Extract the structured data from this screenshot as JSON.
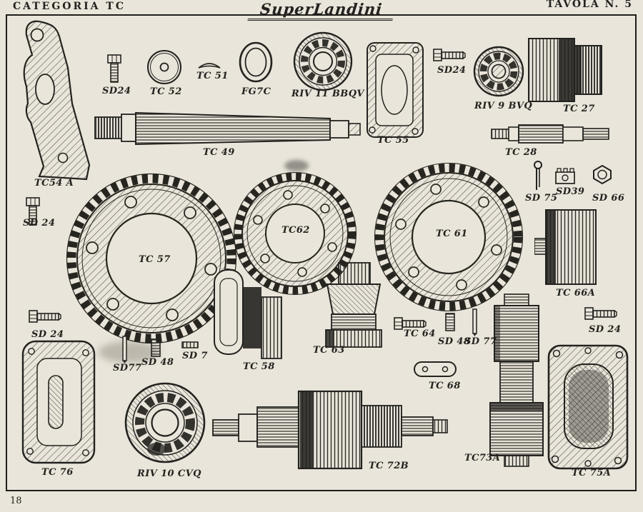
{
  "header": {
    "category": "CATEGORIA TC",
    "logo": "SuperLandini",
    "plate": "TAVOLA N. 5"
  },
  "footer": {
    "page_number": "18"
  },
  "labels": {
    "sd24_a": "SD24",
    "tc52": "TC 52",
    "tc51": "TC 51",
    "fg7c": "FG7C",
    "riv11": "RIV 11 BBQV",
    "tc54a": "TC54 A",
    "tc49": "TC 49",
    "tc55": "TC 55",
    "sd24_b": "SD24",
    "riv9": "RIV 9 BVQ",
    "tc27": "TC 27",
    "tc28": "TC 28",
    "sd75": "SD 75",
    "sd39": "SD39",
    "sd66": "SD 66",
    "sd24_c": "SD 24",
    "tc57": "TC 57",
    "tc62": "TC62",
    "tc61": "TC 61",
    "tc66a": "TC 66A",
    "sd24_d": "SD 24",
    "sd77_a": "SD77",
    "sd48_a": "SD 48",
    "sd7": "SD 7",
    "tc58": "TC 58",
    "tc63": "TC 63",
    "tc64": "TC 64",
    "sd48_b": "SD 48",
    "sd77_b": "SD 77",
    "sd24_e": "SD 24",
    "tc68": "TC 68",
    "tc76": "TC 76",
    "riv10": "RIV 10 CVQ",
    "tc72b": "TC 72B",
    "tc73a": "TC73A",
    "tc75a": "TC 75A"
  }
}
